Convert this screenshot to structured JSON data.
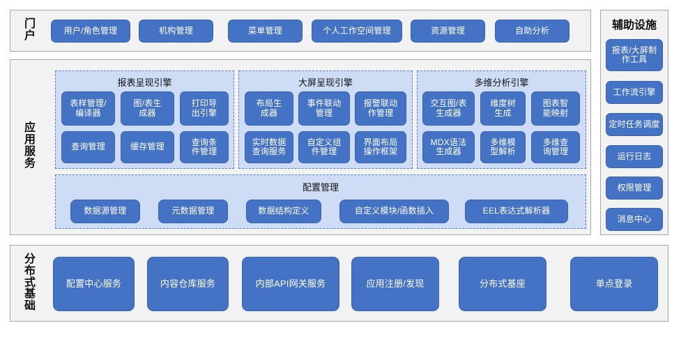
{
  "colors": {
    "button_fill": "#4472c4",
    "button_border": "#3a63ab",
    "panel_fill": "#f2f2f2",
    "panel_border": "#a6a6a6",
    "group_fill": "#cedcf5",
    "group_border": "#5b7fc7",
    "text_light": "#ffffff",
    "text_dark": "#111111"
  },
  "portal": {
    "label": "门\n户",
    "items": [
      {
        "label": "用户/角色管理"
      },
      {
        "label": "机构管理"
      },
      {
        "label": "菜单管理"
      },
      {
        "label": "个人工作空间管理"
      },
      {
        "label": "资源管理"
      },
      {
        "label": "自助分析"
      }
    ]
  },
  "app_services": {
    "label": "应\n用\n服\n务",
    "groups": [
      {
        "title": "报表呈现引擎",
        "items": [
          {
            "label": "表样管理/\n编译器"
          },
          {
            "label": "图/表生\n成器"
          },
          {
            "label": "打印导\n出引擎"
          },
          {
            "label": "查询管理"
          },
          {
            "label": "缓存管理"
          },
          {
            "label": "查询条\n件管理"
          }
        ]
      },
      {
        "title": "大屏呈现引擎",
        "items": [
          {
            "label": "布局生\n成器"
          },
          {
            "label": "事件联动\n管理"
          },
          {
            "label": "报警联动\n作管理"
          },
          {
            "label": "实时数据\n查询服务"
          },
          {
            "label": "自定义组\n件管理"
          },
          {
            "label": "界面布局\n操作框架"
          }
        ]
      },
      {
        "title": "多维分析引擎",
        "items": [
          {
            "label": "交互图/表\n生成器"
          },
          {
            "label": "维度树\n生成"
          },
          {
            "label": "图表智\n能映射"
          },
          {
            "label": "MDX语法\n生成器"
          },
          {
            "label": "多维模\n型解析"
          },
          {
            "label": "多维查\n询管理"
          }
        ]
      }
    ],
    "config_group": {
      "title": "配置管理",
      "items": [
        {
          "label": "数据源管理"
        },
        {
          "label": "元数据管理"
        },
        {
          "label": "数据结构定义"
        },
        {
          "label": "自定义模块/函数插入"
        },
        {
          "label": "EEL表达式解析器"
        }
      ]
    }
  },
  "distributed": {
    "label": "分\n布\n式\n基\n础",
    "items": [
      {
        "label": "配置中心服务"
      },
      {
        "label": "内容仓库服务"
      },
      {
        "label": "内部API网关服务"
      },
      {
        "label": "应用注册/发现"
      },
      {
        "label": "分布式基座"
      },
      {
        "label": "单点登录"
      }
    ]
  },
  "auxiliary": {
    "title": "辅助设施",
    "items": [
      {
        "label": "报表/大屏制\n作工具"
      },
      {
        "label": "工作流引擎"
      },
      {
        "label": "定时任务调度"
      },
      {
        "label": "运行日志"
      },
      {
        "label": "权限管理"
      },
      {
        "label": "消息中心"
      }
    ]
  }
}
